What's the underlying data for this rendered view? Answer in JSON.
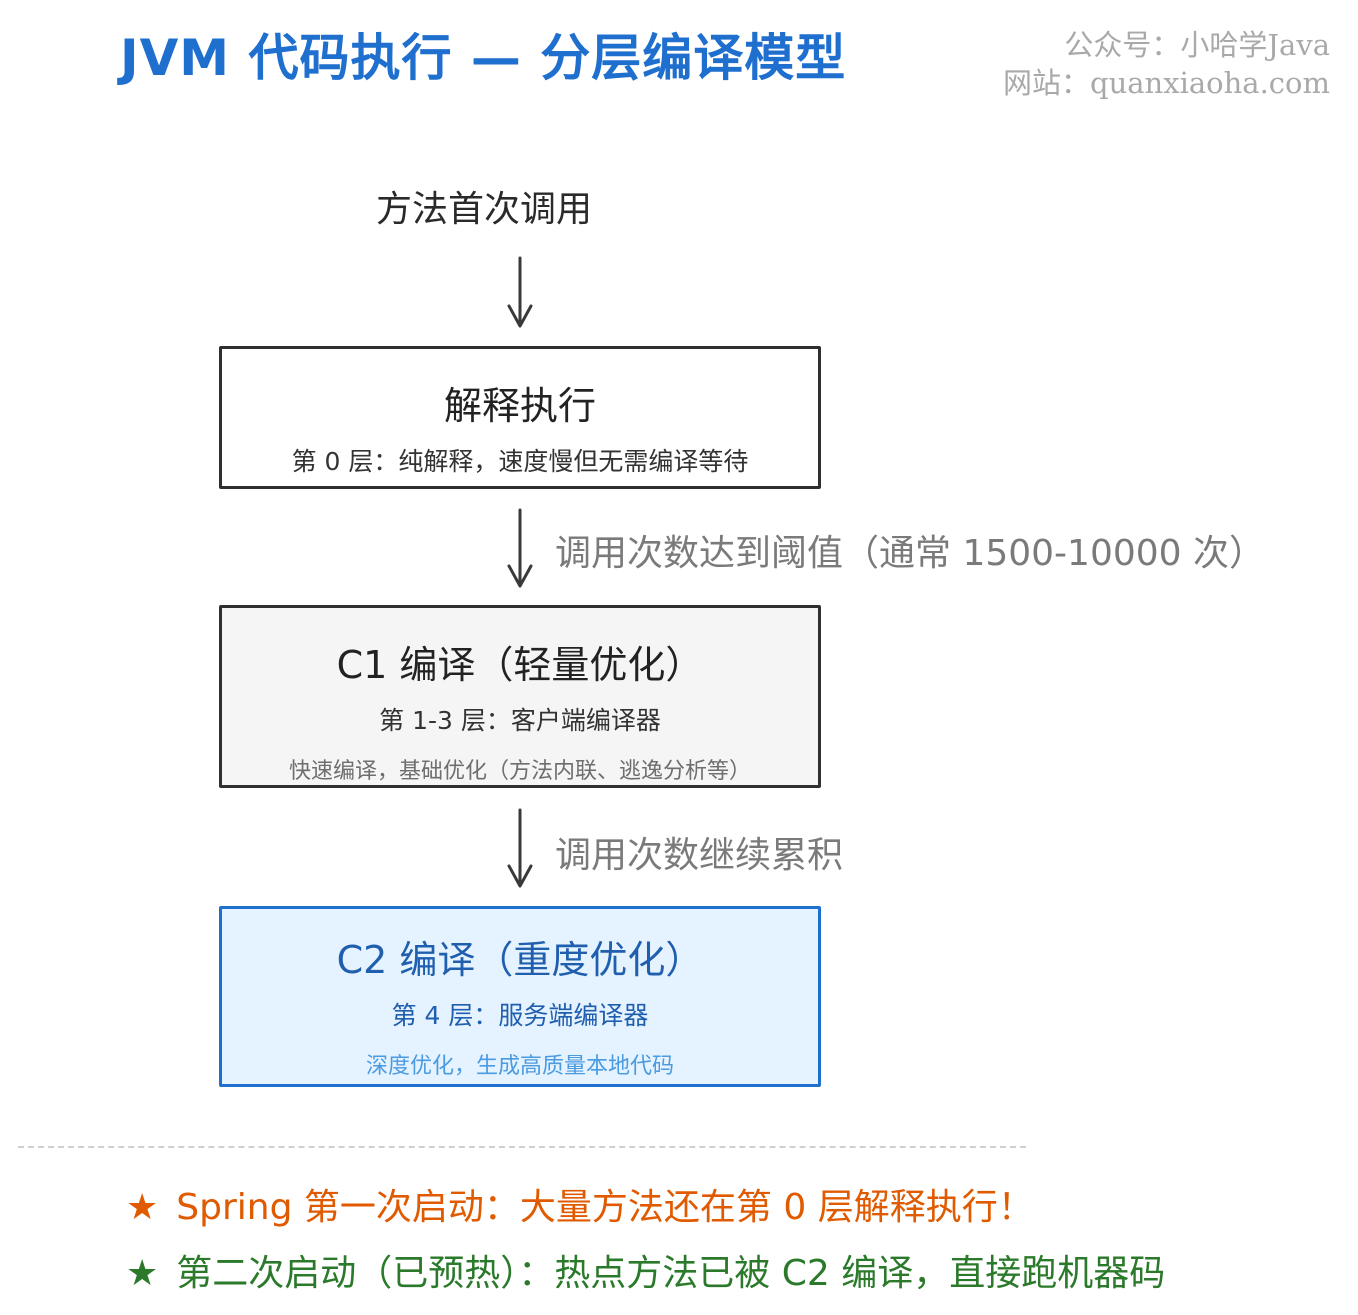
{
  "header": {
    "title": "JVM 代码执行 — 分层编译模型",
    "watermark_account": "公众号：小哈学Java",
    "watermark_site": "网站：quanxiaoha.com"
  },
  "flow": {
    "start_label": "方法首次调用",
    "edge_1_label": "调用次数达到阈值（通常 1500-10000 次）",
    "edge_2_label": "调用次数继续累积",
    "nodes": [
      {
        "title": "解释执行",
        "subtitle": "第 0 层：纯解释，速度慢但无需编译等待",
        "detail": ""
      },
      {
        "title": "C1 编译（轻量优化）",
        "subtitle": "第 1-3 层：客户端编译器",
        "detail": "快速编译，基础优化（方法内联、逃逸分析等）"
      },
      {
        "title": "C2 编译（重度优化）",
        "subtitle": "第 4 层：服务端编译器",
        "detail": "深度优化，生成高质量本地代码"
      }
    ]
  },
  "notes": [
    {
      "star": "★",
      "text": "Spring 第一次启动：大量方法还在第 0 层解释执行！"
    },
    {
      "star": "★",
      "text": "第二次启动（已预热）：热点方法已被 C2 编译，直接跑机器码"
    }
  ],
  "colors": {
    "title": "#1f6fcf",
    "c2_border": "#1f6fcf",
    "c2_fill": "#e5f2ff",
    "note_1": "#e05a00",
    "note_2": "#2b7a2b"
  }
}
